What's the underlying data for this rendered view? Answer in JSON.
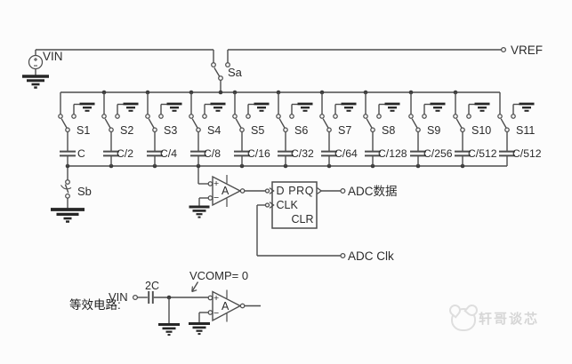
{
  "colors": {
    "background": "#fcfcfc",
    "wire": "#4d4d4d",
    "ground": "#262626",
    "text": "#2b2b2b",
    "watermark": "#d6d6d6"
  },
  "schematic": {
    "sources": {
      "vin_label": "VIN",
      "vref_label": "VREF"
    },
    "sampling_switch": {
      "sa_label": "Sa",
      "sb_label": "Sb"
    },
    "cap_array": {
      "switch_labels": [
        "S1",
        "S2",
        "S3",
        "S4",
        "S5",
        "S6",
        "S7",
        "S8",
        "S9",
        "S10",
        "S11"
      ],
      "cap_labels": [
        "C",
        "C/2",
        "C/4",
        "C/8",
        "C/16",
        "C/32",
        "C/64",
        "C/128",
        "C/256",
        "C/512",
        "C/512"
      ]
    },
    "comparator": {
      "gain_label": "A",
      "plus": "+",
      "minus": "−"
    },
    "flipflop": {
      "row1": "D PRQ",
      "clk": "CLK",
      "clr": "CLR"
    },
    "outputs": {
      "data_label": "ADC数据",
      "clk_label": "ADC Clk"
    },
    "equivalent": {
      "caption": "等效电路:",
      "vin_label": "VIN",
      "cap_label": "2C",
      "vcomp_label": "VCOMP= 0",
      "gain_label": "A",
      "plus": "+",
      "minus": "−"
    },
    "watermark": "轩哥谈芯"
  }
}
